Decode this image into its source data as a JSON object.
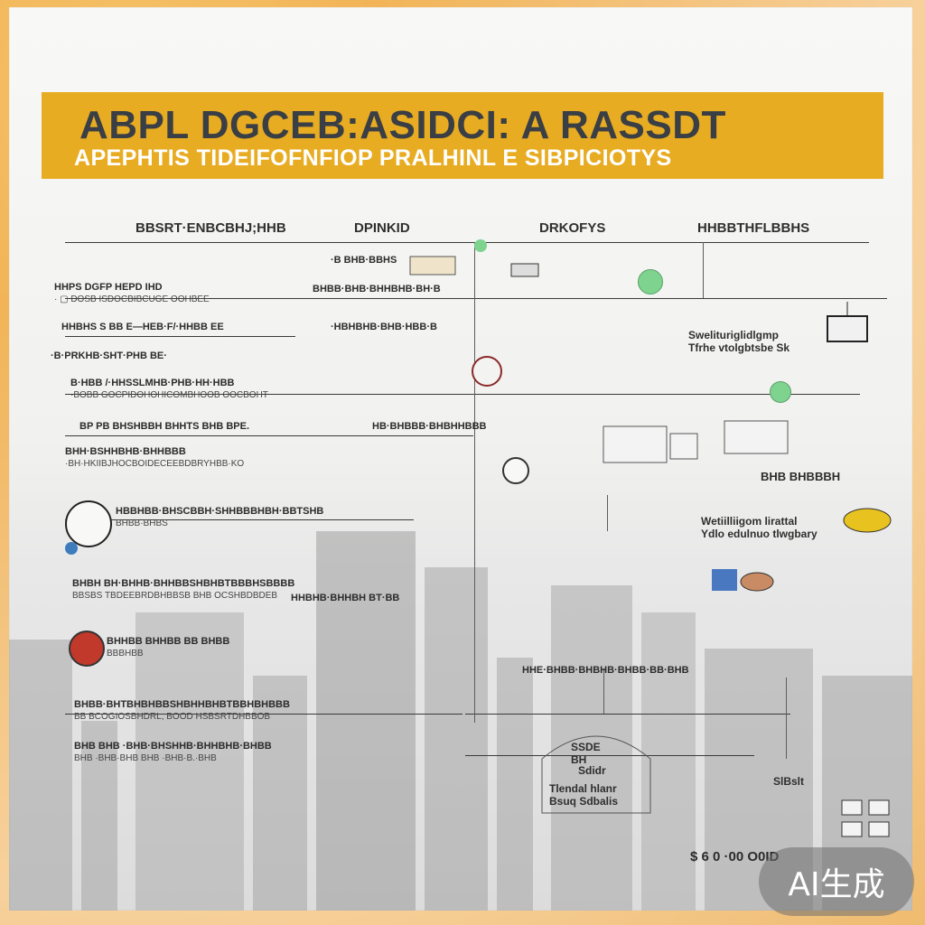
{
  "banner": {
    "title": "ABPL DGCEB:ASIDCI: A RASSDT",
    "subtitle": "APEPHTIS TIDEIFOFNFIOP PRALHINL E SIBPICIOTYS"
  },
  "columns": [
    "BBSRT·ENBCBHJ;HHB",
    "DPINKID",
    "DRKOFYS",
    "HHBBTHFLBBHS"
  ],
  "left_rows": [
    {
      "text": "HHPS DGFP HEPD IHD",
      "sub": "· ▢ DOSB ISDOCBIBCUGE OOHBEE"
    },
    {
      "text": "HHBHS S BB E—HEB·F/·HHBB EE",
      "sub": ""
    },
    {
      "text": "·B·PRKHB·SHT·PHB BE·",
      "sub": ""
    },
    {
      "text": "B·HBB /·HHSSLMHB·PHB·HH·HBB",
      "sub": "·BOBB GOCPIDOHOHICOMBHOOB OOCBOHT"
    },
    {
      "text": "BP PB BHSHBBH BHHTS BHB BPE.",
      "sub": ""
    },
    {
      "text": "BHH·BSHHBHB·BHHBBB",
      "sub": "·BH·HKIIBJHOCBOIDECEEBDBRYHBB·KO"
    },
    {
      "text": "HBBHBB·BHSCBBH·SHHBBBHBH·BBTSHB",
      "sub": "BHBB·BHBS"
    },
    {
      "text": "BHBH BH·BHHB·BHHBBSHBHBTBBBHSBBBB",
      "sub": "BBSBS TBDEEBRDBHBBSB BHB OCSHBDBDEB"
    },
    {
      "text": "BHHBB BHHBB BB BHBB",
      "sub": "BBBHBB"
    },
    {
      "text": "BHBB·BHTBHBHBBSHBHHBHBTBBHBHBBB",
      "sub": "BB BCOGIOSBHDRL, BOOD HSBSRTDHBBOB"
    },
    {
      "text": "BHB BHB ·BHB·BHSHHB·BHHBHB·BHBB",
      "sub": "BHB ·BHB·BHB BHB ·BHB·B.·BHB"
    }
  ],
  "mid_rows": [
    {
      "text": "·B BHB·BBHS"
    },
    {
      "text": "BHBB·BHB·BHHBHB·BH·B"
    },
    {
      "text": "·HBHBHB·BHB·HBB·B"
    },
    {
      "text": "HB·BHBBB·BHBHHBBB"
    },
    {
      "text": "HHBHB·BHHBH BT·BB"
    }
  ],
  "callouts": [
    {
      "line1": "Swelituriglidlgmp",
      "line2": "Tfrhe vtolgbtsbe Sk"
    },
    {
      "line1": "Wetiilliigom lirattal",
      "line2": "Ydlo edulnuo tlwgbary"
    },
    {
      "line1": "SSDE",
      "line2": "BH"
    },
    {
      "line1": "Sdidr",
      "line2": ""
    },
    {
      "line1": "Tlendal hlanr",
      "line2": "Bsuq Sdbalis"
    },
    {
      "line1": "SlBslt",
      "line2": ""
    }
  ],
  "bottom_labels": {
    "row_top": "HHE·BHBB·BHBHB·BHBB·BB·BHB",
    "row_bottom": "$ 6 0 ·00  O0ID",
    "panel": "BHB BHBBBH"
  },
  "watermark": "AI生成",
  "colors": {
    "banner": "#e8ac22",
    "title": "#3a3e45",
    "subtitle": "#ffffff",
    "green_dot": "#7ed38f",
    "red_ring": "#8a2a2a",
    "border": "#f2b457"
  }
}
